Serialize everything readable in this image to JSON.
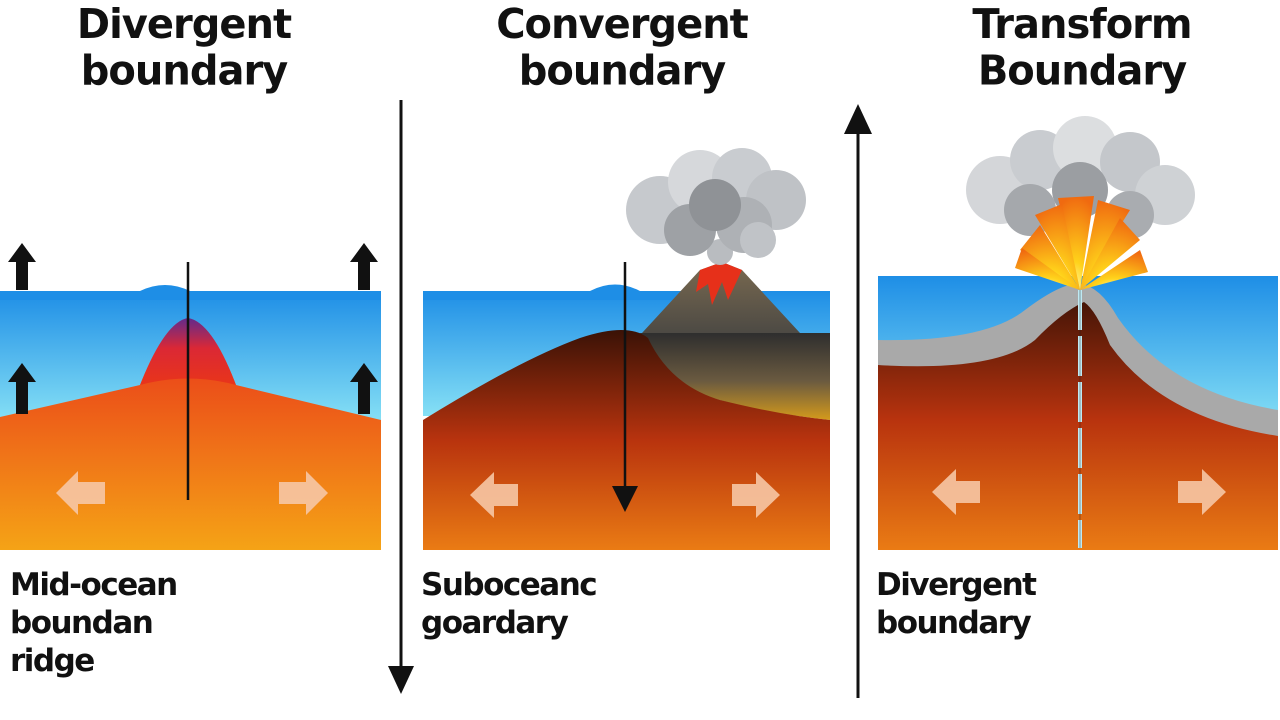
{
  "panels": [
    {
      "title_line1": "Divergent",
      "title_line2": "boundary",
      "caption_lines": [
        "Mid-ocean",
        "boundan",
        "ridge"
      ]
    },
    {
      "title_line1": "Convergent",
      "title_line2": "boundary",
      "caption_lines": [
        "Suboceanc",
        "goardary"
      ]
    },
    {
      "title_line1": "Transform",
      "title_line2": "Boundary",
      "caption_lines": [
        "Divergent",
        "boundary"
      ]
    }
  ],
  "colors": {
    "ocean_top": "#1e8ee6",
    "ocean_bottom": "#7fdcf4",
    "magma_top": "#e8301a",
    "magma_bottom": "#f5a316",
    "crust_grey": "#a9a9a9",
    "smoke": "#c9ccd0",
    "arrow_black": "#111111"
  },
  "icons": [
    "up-arrow-icon",
    "left-arrow-icon",
    "right-arrow-icon",
    "volcano-icon",
    "ash-cloud-icon",
    "eruption-burst-icon"
  ]
}
